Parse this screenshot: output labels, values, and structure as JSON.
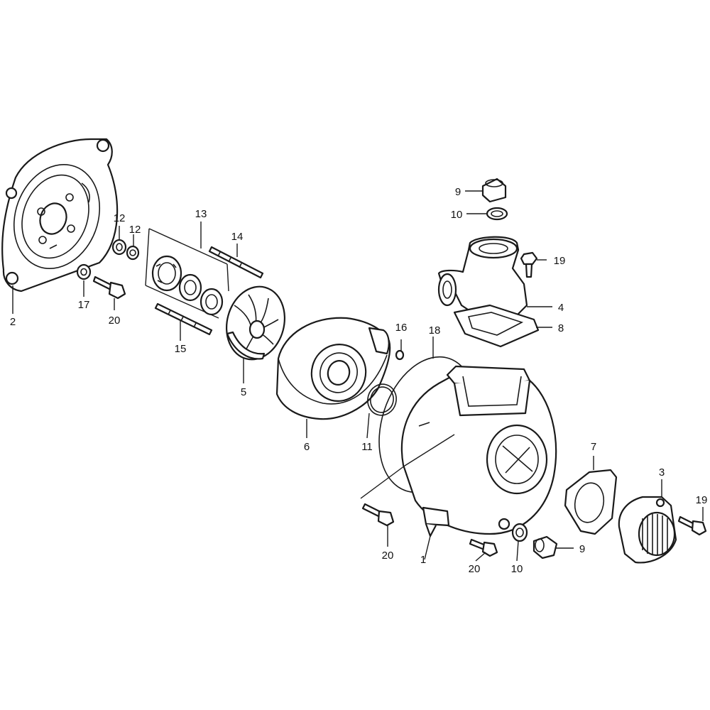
{
  "callouts": {
    "c1": "1",
    "c2": "2",
    "c3": "3",
    "c4": "4",
    "c5": "5",
    "c6": "6",
    "c7": "7",
    "c8": "8",
    "c9a": "9",
    "c9b": "9",
    "c10a": "10",
    "c10b": "10",
    "c11": "11",
    "c12a": "12",
    "c12b": "12",
    "c13": "13",
    "c14": "14",
    "c15": "15",
    "c16": "16",
    "c17": "17",
    "c18": "18",
    "c19a": "19",
    "c19b": "19",
    "c20a": "20",
    "c20b": "20",
    "c20c": "20"
  }
}
